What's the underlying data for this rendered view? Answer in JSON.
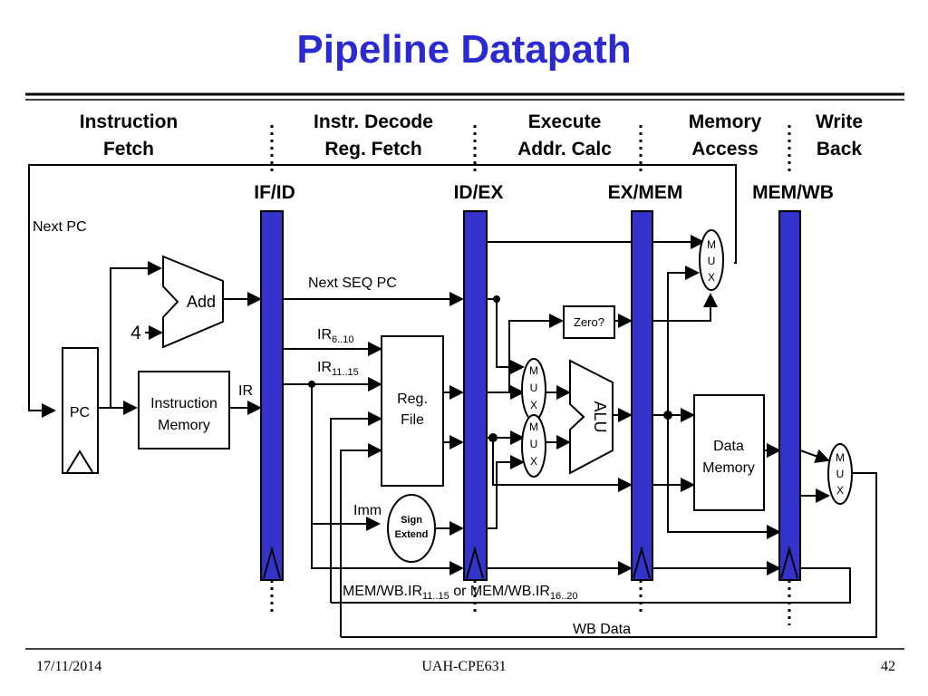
{
  "slide": {
    "title": "Pipeline Datapath",
    "footer_date": "17/11/2014",
    "footer_course": "UAH-CPE631",
    "footer_page": "42"
  },
  "colors": {
    "title": "#2a2ad0",
    "pipeline_register": "#3333cc"
  },
  "stages": {
    "if_1": "Instruction",
    "if_2": "Fetch",
    "id_1": "Instr. Decode",
    "id_2": "Reg. Fetch",
    "ex_1": "Execute",
    "ex_2": "Addr. Calc",
    "mem_1": "Memory",
    "mem_2": "Access",
    "wb_1": "Write",
    "wb_2": "Back"
  },
  "pipeline_registers": {
    "if_id": "IF/ID",
    "id_ex": "ID/EX",
    "ex_mem": "EX/MEM",
    "mem_wb": "MEM/WB"
  },
  "components": {
    "add": "Add",
    "four": "4",
    "pc": "PC",
    "imem_1": "Instruction",
    "imem_2": "Memory",
    "regfile_1": "Reg.",
    "regfile_2": "File",
    "sign_1": "Sign",
    "sign_2": "Extend",
    "alu": "ALU",
    "zero": "Zero?",
    "dmem_1": "Data",
    "dmem_2": "Memory",
    "mux_m": "M",
    "mux_u": "U",
    "mux_x": "X"
  },
  "signals": {
    "next_pc": "Next PC",
    "next_seq_pc": "Next SEQ PC",
    "ir": "IR",
    "ir_a": "IR",
    "ir_a_sub": "6..10",
    "ir_b": "IR",
    "ir_b_sub": "11..15",
    "imm": "Imm",
    "mem_wb_a": "MEM/WB.IR",
    "mem_wb_a_sub": "11..15",
    "mem_wb_or": " or MEM/WB.IR",
    "mem_wb_b_sub": "16..20",
    "wb_data": "WB Data"
  }
}
